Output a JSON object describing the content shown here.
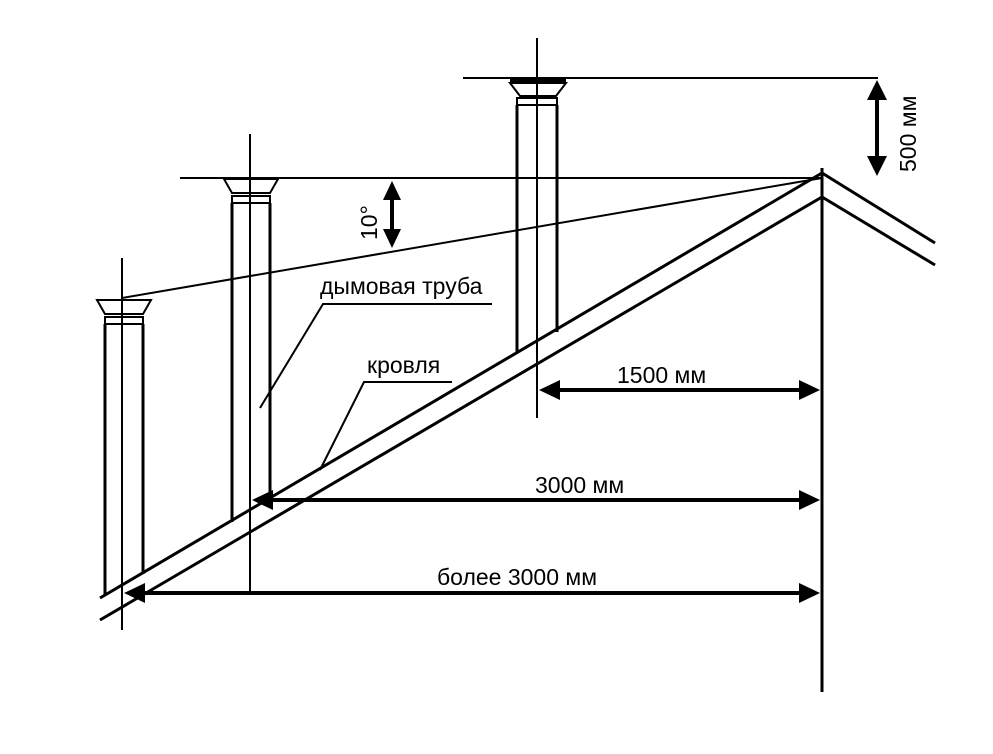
{
  "labels": {
    "chimney": "дымовая труба",
    "roof": "кровля",
    "height_500": "500 мм",
    "angle_10": "10°",
    "dist_1500": "1500 мм",
    "dist_3000": "3000 мм",
    "dist_more_3000": "более 3000 мм"
  },
  "colors": {
    "line": "#000000",
    "background": "#ffffff"
  }
}
